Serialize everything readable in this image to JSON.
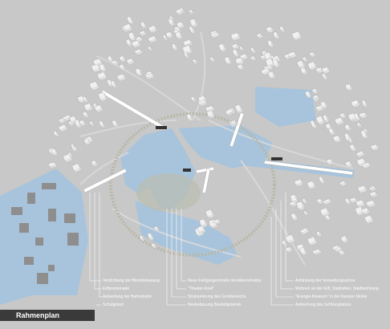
{
  "title": "Rahmenplan",
  "legend": {
    "col1": [
      "Verdichtung der Blockbebauung",
      "Erftpromenade",
      "Aufwertung der Bahnstraße",
      "Schulgelast"
    ],
    "col2": [
      "Neue Fußgängerstraße mit Alleenstruktur",
      "\"Theater-Insel\"",
      "Strukturierung des Grünbereichs",
      "Neubebauung Bauhofgelände"
    ],
    "col3": [
      "Anbindung der Verwaltungsachse",
      "Wohnen an der Erft, Stadtvillen, Stadtwohnung",
      "\"Energie-Museum\" in der Kamper Mühle",
      "Aufwertung des Schlossplatzes"
    ]
  },
  "colors": {
    "background": "#c8c8c8",
    "water_areas": "#a8c4dc",
    "buildings": "#f0f0f0",
    "title_bar": "#3a3a3a"
  }
}
